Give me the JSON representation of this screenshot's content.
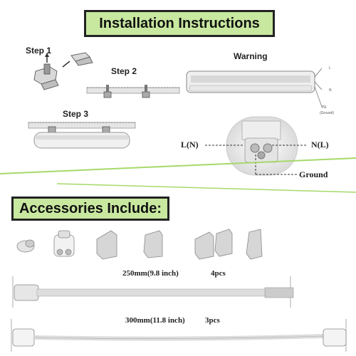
{
  "installation": {
    "title": "Installation Instructions",
    "steps": [
      "Step 1",
      "Step 2",
      "Step 3"
    ],
    "warning": {
      "title": "Warning",
      "wire_labels": [
        "L",
        "N",
        "PE",
        "(Ground)"
      ],
      "connector": {
        "left": "L(N)",
        "right": "N(L)",
        "bottom": "Ground"
      }
    }
  },
  "accessories": {
    "title": "Accessories Include:",
    "cable_short": {
      "length": "250mm(9.8 inch)",
      "qty": "4pcs"
    },
    "cable_long": {
      "length": "300mm(11.8 inch)",
      "qty": "3pcs"
    }
  },
  "colors": {
    "banner_bg": "#c8e8a0",
    "divider": "#a6d96a"
  }
}
